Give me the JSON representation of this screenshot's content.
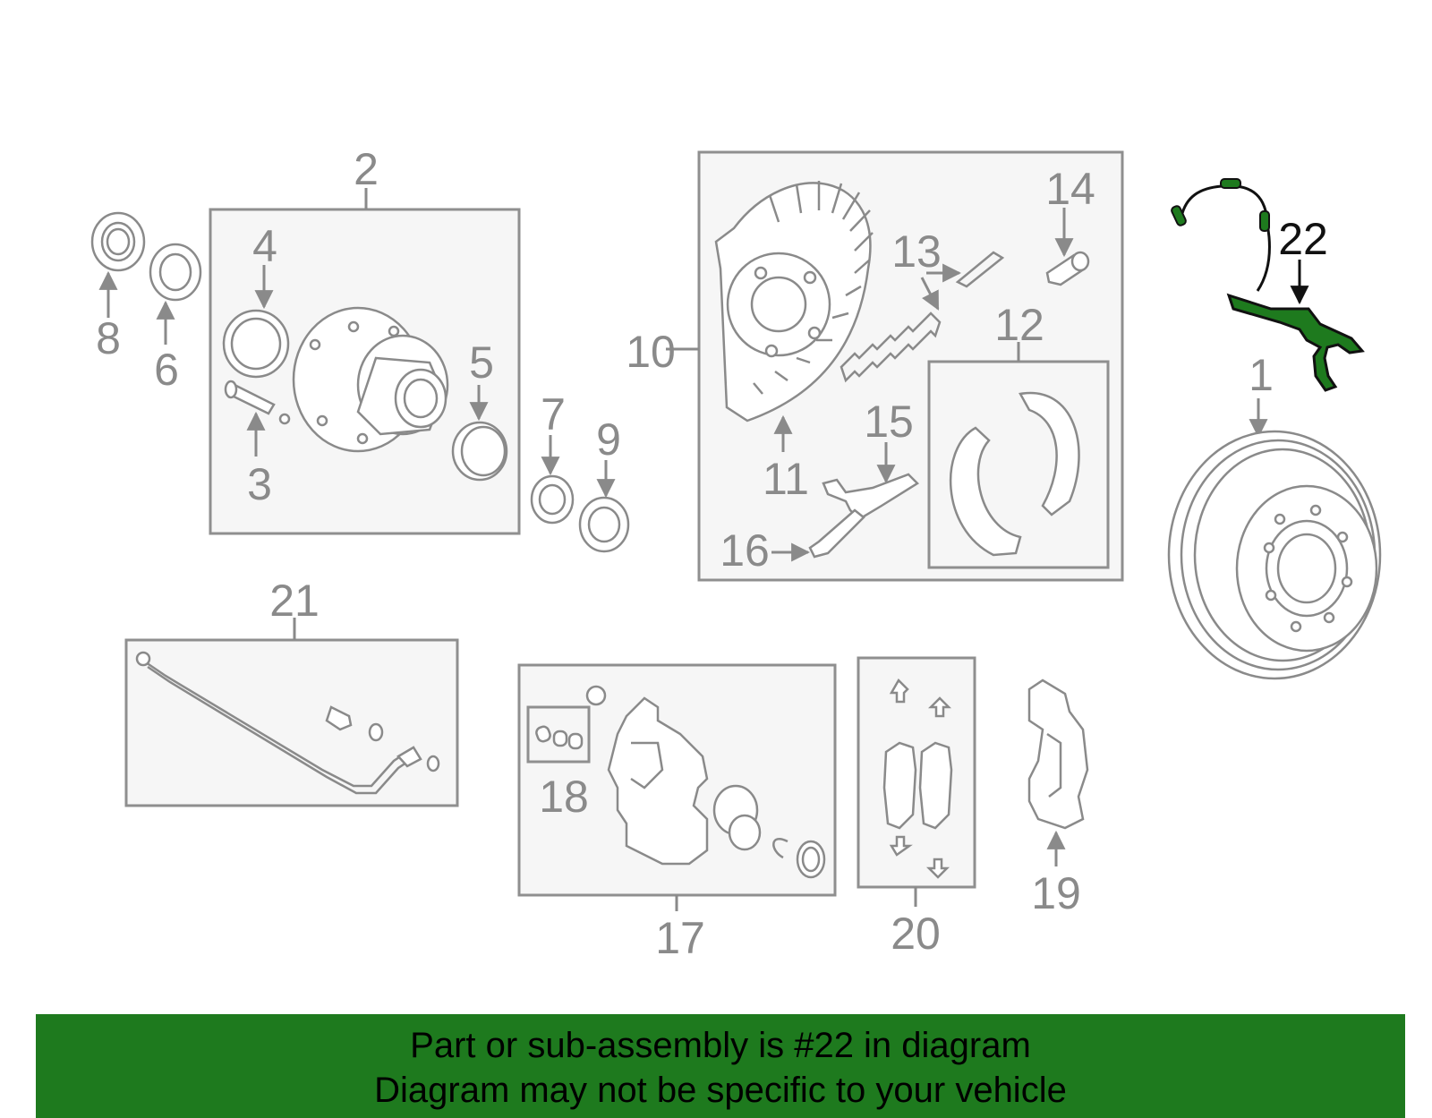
{
  "diagram": {
    "callouts": [
      {
        "id": "c1",
        "text": "1"
      },
      {
        "id": "c2",
        "text": "2"
      },
      {
        "id": "c3",
        "text": "3"
      },
      {
        "id": "c4",
        "text": "4"
      },
      {
        "id": "c5",
        "text": "5"
      },
      {
        "id": "c6",
        "text": "6"
      },
      {
        "id": "c7",
        "text": "7"
      },
      {
        "id": "c8",
        "text": "8"
      },
      {
        "id": "c9",
        "text": "9"
      },
      {
        "id": "c10",
        "text": "10"
      },
      {
        "id": "c11",
        "text": "11"
      },
      {
        "id": "c12",
        "text": "12"
      },
      {
        "id": "c13",
        "text": "13"
      },
      {
        "id": "c14",
        "text": "14"
      },
      {
        "id": "c15",
        "text": "15"
      },
      {
        "id": "c16",
        "text": "16"
      },
      {
        "id": "c17",
        "text": "17"
      },
      {
        "id": "c18",
        "text": "18"
      },
      {
        "id": "c19",
        "text": "19"
      },
      {
        "id": "c20",
        "text": "20"
      },
      {
        "id": "c21",
        "text": "21"
      },
      {
        "id": "c22",
        "text": "22"
      }
    ],
    "highlighted_part": "22",
    "colors": {
      "highlight_fill": "#1e7a1e",
      "line_gray": "#8a8a8a",
      "box_fill": "#f6f6f6",
      "banner_bg": "#1e7a1e"
    }
  },
  "banner": {
    "line1": "Part or sub-assembly is #22 in diagram",
    "line2": "Diagram may not be specific to your vehicle"
  }
}
